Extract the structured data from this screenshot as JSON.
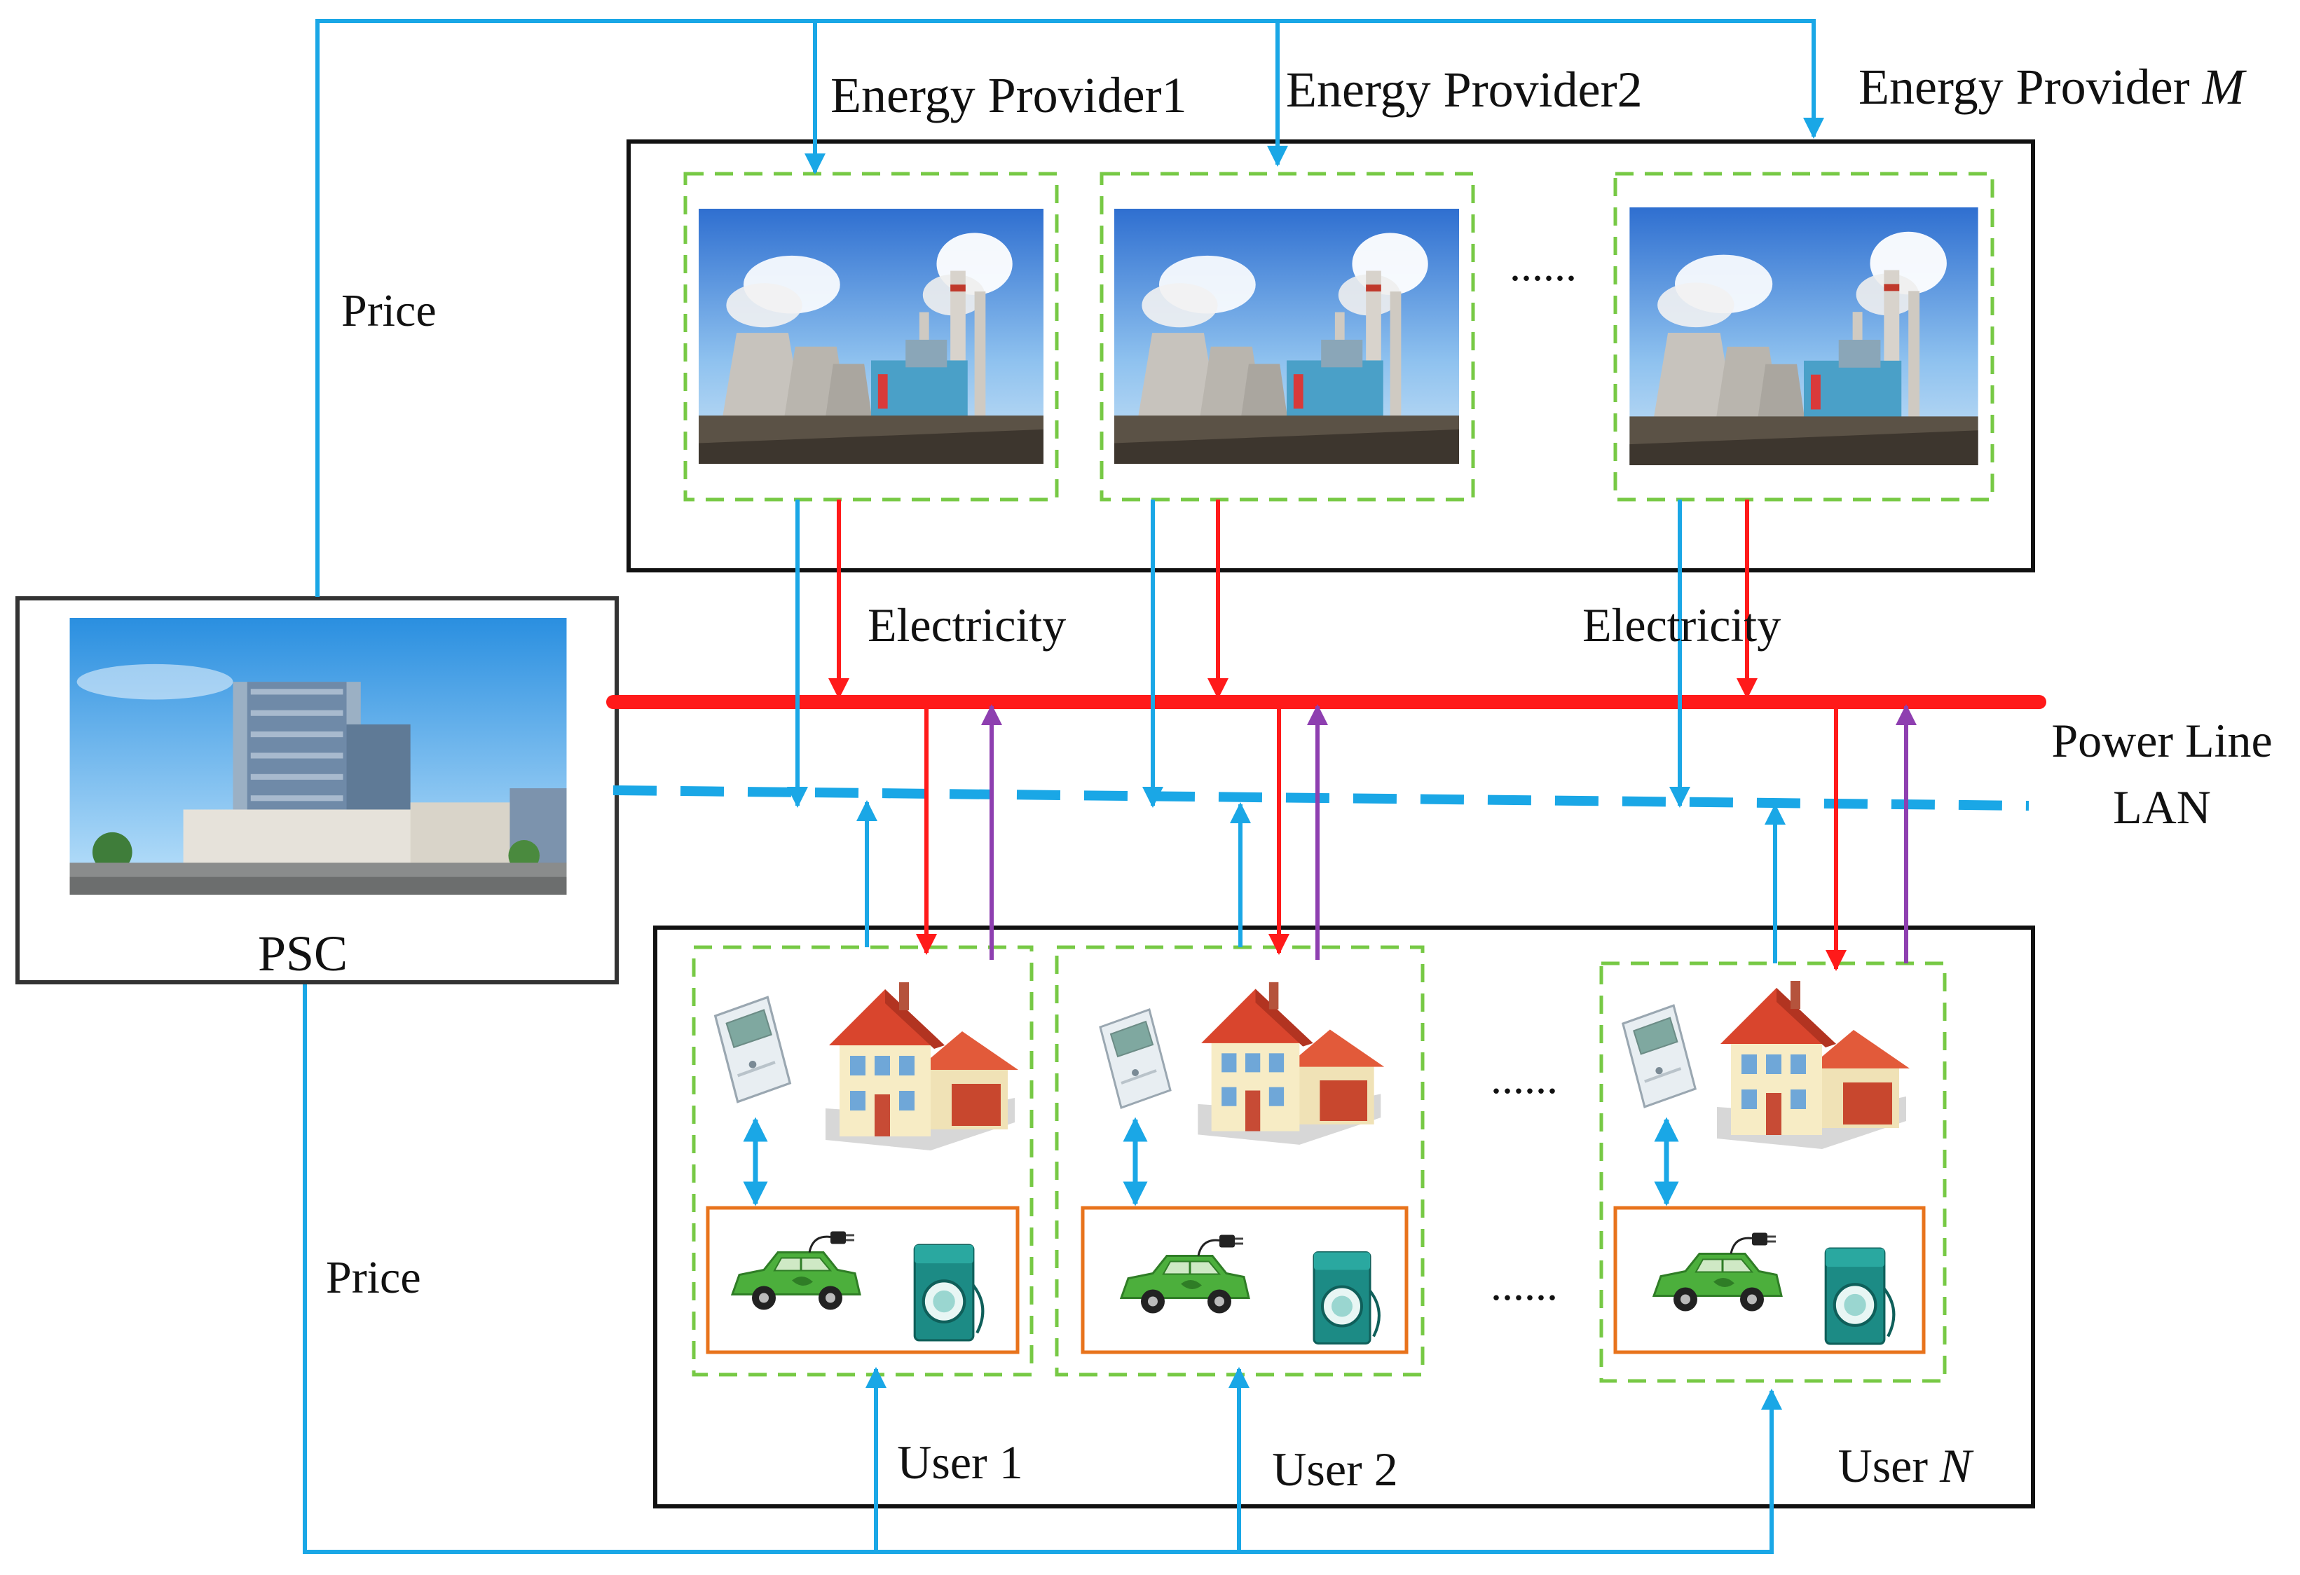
{
  "providers": [
    {
      "name": "Energy Provider1"
    },
    {
      "name": "Energy Provider2"
    },
    {
      "name_prefix": "Energy Provider ",
      "name_italic": "M"
    }
  ],
  "users": [
    {
      "name": "User 1"
    },
    {
      "name": "User 2"
    },
    {
      "name_prefix": "User ",
      "name_italic": "N"
    }
  ],
  "labels": {
    "price_top": "Price",
    "price_bottom": "Price",
    "electricity_left": "Electricity",
    "electricity_right": "Electricity",
    "power_line": "Power Line",
    "lan": "LAN",
    "psc": "PSC",
    "ellipsis_providers": "......",
    "ellipsis_users_top": "......",
    "ellipsis_users_bottom": "......"
  },
  "colors": {
    "lan_blue": "#1aa7e6",
    "power_red": "#ff1a1a",
    "feedback_purple": "#8e3fb0",
    "user_box_green": "#77c945",
    "device_box_orange": "#e8731c",
    "frame_black": "#111111"
  }
}
